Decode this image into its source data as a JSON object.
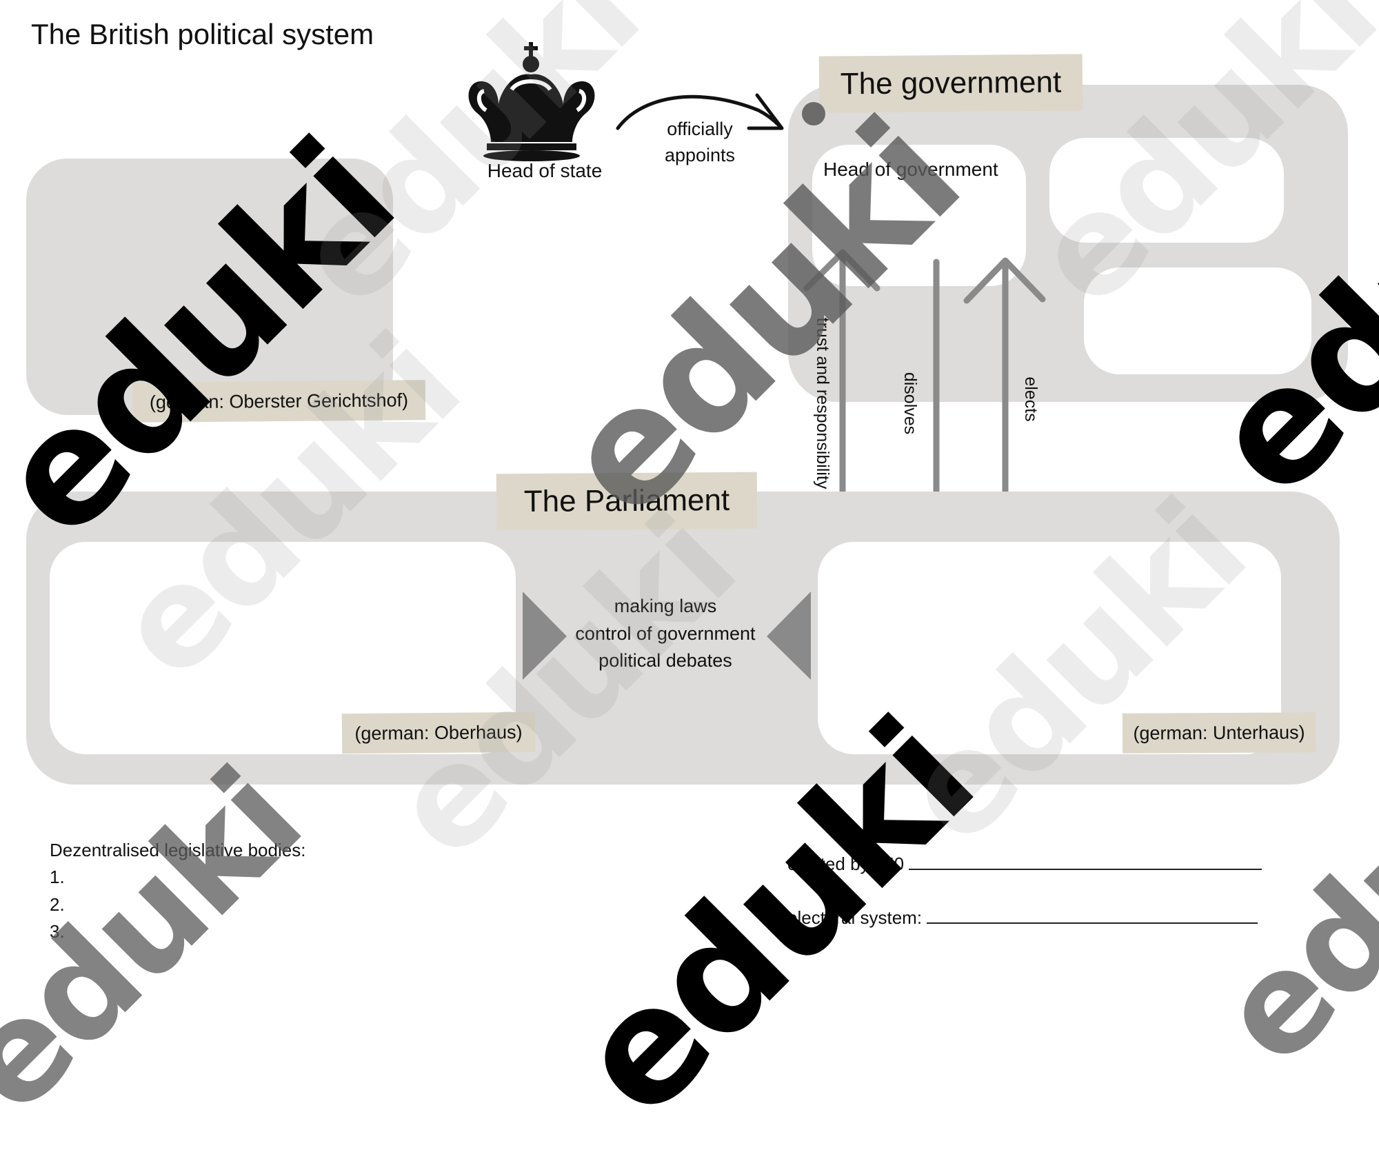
{
  "page": {
    "title": "The British political system",
    "watermark": "eduki"
  },
  "head_of_state": {
    "icon": "crown-icon",
    "label": "Head of state",
    "arrow_label_line1": "officially",
    "arrow_label_line2": "appoints"
  },
  "government": {
    "title": "The government",
    "head_label": "Head of government"
  },
  "supreme_court": {
    "german_label": "(german: Oberster Gerichtshof)"
  },
  "relations": {
    "trust": "trust and responsibility",
    "dissolves": "disolves",
    "elects": "elects"
  },
  "parliament": {
    "title": "The Parliament",
    "functions": [
      "making laws",
      "control of government",
      "political debates"
    ],
    "upper_house_german": "(german: Oberhaus)",
    "lower_house_german": "(german: Unterhaus)"
  },
  "decentralised": {
    "heading": "Dezentralised legislative bodies:",
    "items": [
      "1.",
      "2.",
      "3."
    ]
  },
  "elections": {
    "elected_by": "elected by 650",
    "electoral_system": "electoral system:"
  },
  "colors": {
    "panel": "#dedbdb",
    "tape": "#dcd7c8",
    "arrow": "#8a8a8a"
  }
}
